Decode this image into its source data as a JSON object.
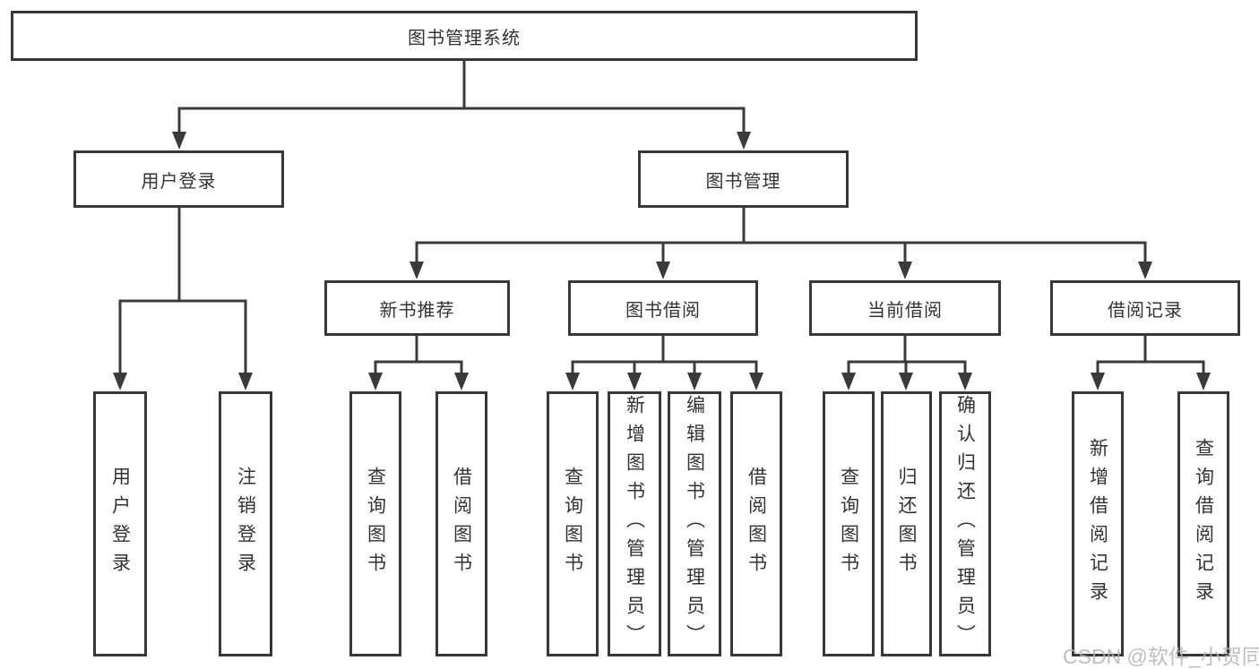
{
  "diagram": {
    "type": "function-structure-tree",
    "watermark": "CSDN @软件_小贺同学",
    "colors": {
      "line": "#3a3a3a",
      "box_border": "#383838",
      "text": "#333333",
      "background": "#ffffff",
      "watermark": "#b3b3b3"
    },
    "tree": {
      "root": "图书管理系统",
      "branches": [
        {
          "label": "用户登录",
          "leaves": [
            "用户登录",
            "注销登录"
          ]
        },
        {
          "label": "图书管理",
          "groups": [
            {
              "label": "新书推荐",
              "leaves": [
                "查询图书",
                "借阅图书"
              ]
            },
            {
              "label": "图书借阅",
              "leaves": [
                "查询图书",
                "新增图书（管理员）",
                "编辑图书（管理员）",
                "借阅图书"
              ]
            },
            {
              "label": "当前借阅",
              "leaves": [
                "查询图书",
                "归还图书",
                "确认归还（管理员）"
              ]
            },
            {
              "label": "借阅记录",
              "leaves": [
                "新增借阅记录",
                "查询借阅记录"
              ]
            }
          ]
        }
      ]
    }
  }
}
